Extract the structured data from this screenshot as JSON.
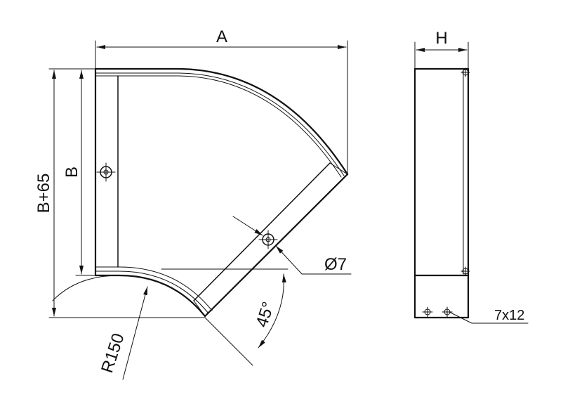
{
  "labels": {
    "dim_a": "A",
    "dim_h": "H",
    "dim_b": "B",
    "dim_b65": "B+65",
    "dim_d7": "Ø7",
    "dim_angle": "45°",
    "dim_r": "R150",
    "dim_slot": "7x12"
  }
}
